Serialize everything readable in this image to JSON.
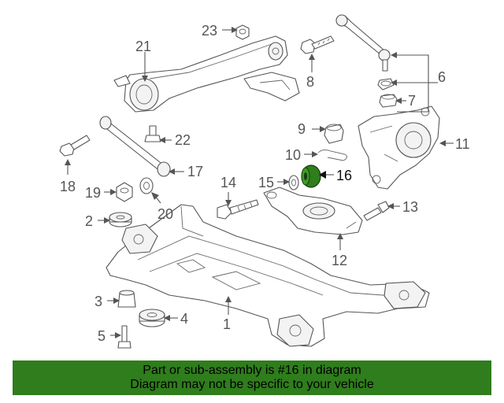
{
  "diagram": {
    "callouts": [
      "1",
      "2",
      "3",
      "4",
      "5",
      "6",
      "7",
      "8",
      "9",
      "10",
      "11",
      "12",
      "13",
      "14",
      "15",
      "16",
      "17",
      "18",
      "19",
      "20",
      "21",
      "22",
      "23"
    ],
    "highlighted_callout": "16",
    "highlight_color": "#2f7d1c"
  },
  "banner": {
    "line1": "Part or sub-assembly is #16 in diagram",
    "line2": "Diagram may not be specific to your vehicle",
    "background": "#2f7d1c"
  }
}
